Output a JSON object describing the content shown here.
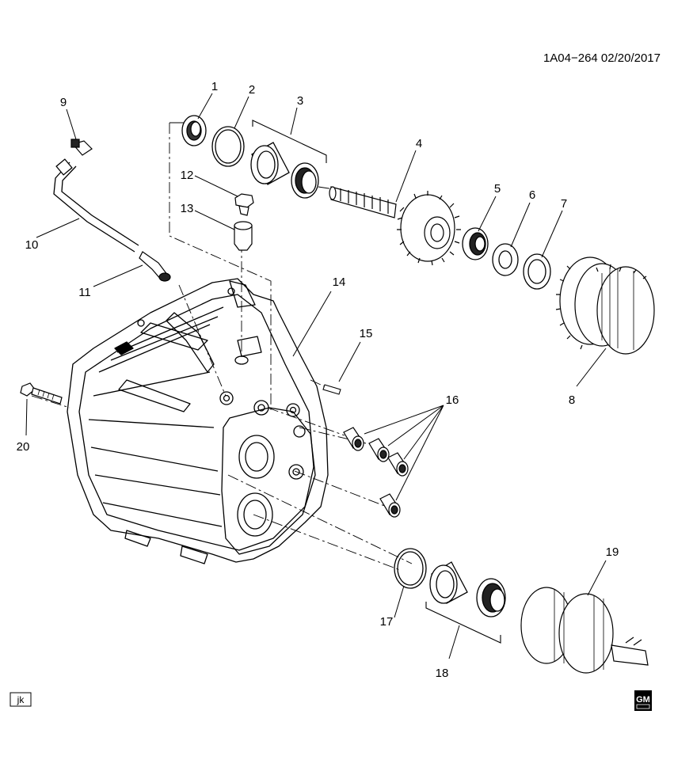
{
  "header": {
    "code": "1A04−264 02/20/2017"
  },
  "callouts": [
    "1",
    "2",
    "3",
    "4",
    "5",
    "6",
    "7",
    "8",
    "9",
    "10",
    "11",
    "12",
    "13",
    "14",
    "15",
    "16",
    "17",
    "18",
    "19",
    "20"
  ],
  "corner_label": "jk",
  "logo": {
    "text": "GM",
    "icon": "gm-logo-icon"
  }
}
